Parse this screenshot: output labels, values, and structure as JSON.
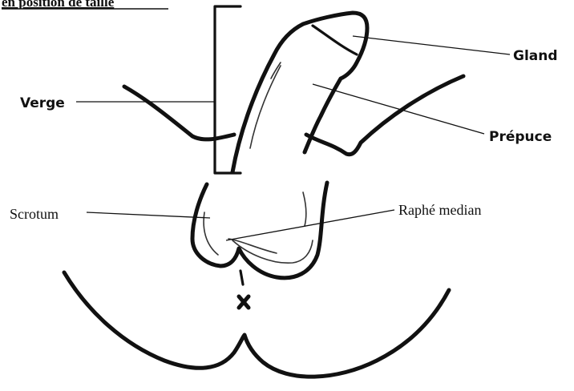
{
  "heading": "en position de taille",
  "labels": {
    "gland": "Gland",
    "verge": "Verge",
    "prepuce": "Prépuce",
    "scrotum": "Scrotum",
    "raphe": "Raphé median"
  }
}
